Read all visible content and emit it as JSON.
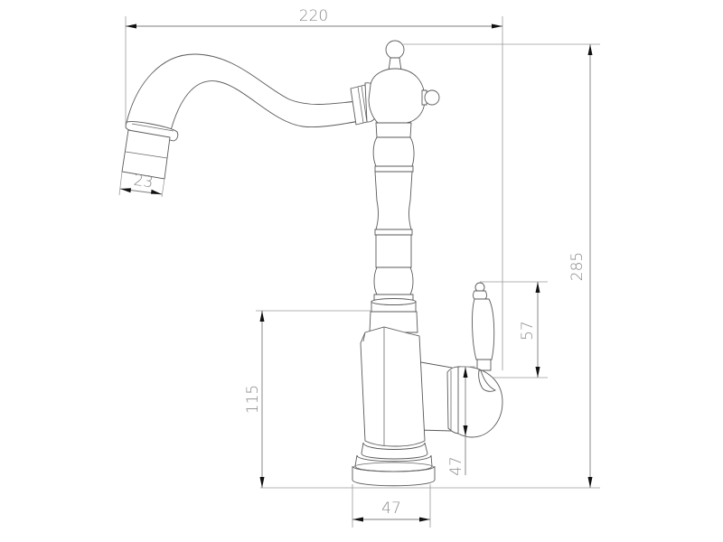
{
  "drawing": {
    "subject": "Kitchen faucet technical drawing",
    "units": "mm",
    "colors": {
      "line": "#5a5a5a",
      "dimension_line": "#7d7d7d",
      "dimension_text": "#8a8a8a",
      "arrow": "#111111",
      "background": "#ffffff"
    }
  },
  "dimensions": {
    "spout_reach": {
      "label": "220",
      "orientation": "horizontal"
    },
    "total_height": {
      "label": "285",
      "orientation": "vertical"
    },
    "body_height": {
      "label": "115",
      "orientation": "vertical"
    },
    "handle_length": {
      "label": "57",
      "orientation": "vertical"
    },
    "handle_offset": {
      "label": "47",
      "orientation": "vertical"
    },
    "base_diameter": {
      "label": "47",
      "orientation": "horizontal"
    },
    "aerator_diameter": {
      "label": "23",
      "orientation": "angled"
    }
  }
}
